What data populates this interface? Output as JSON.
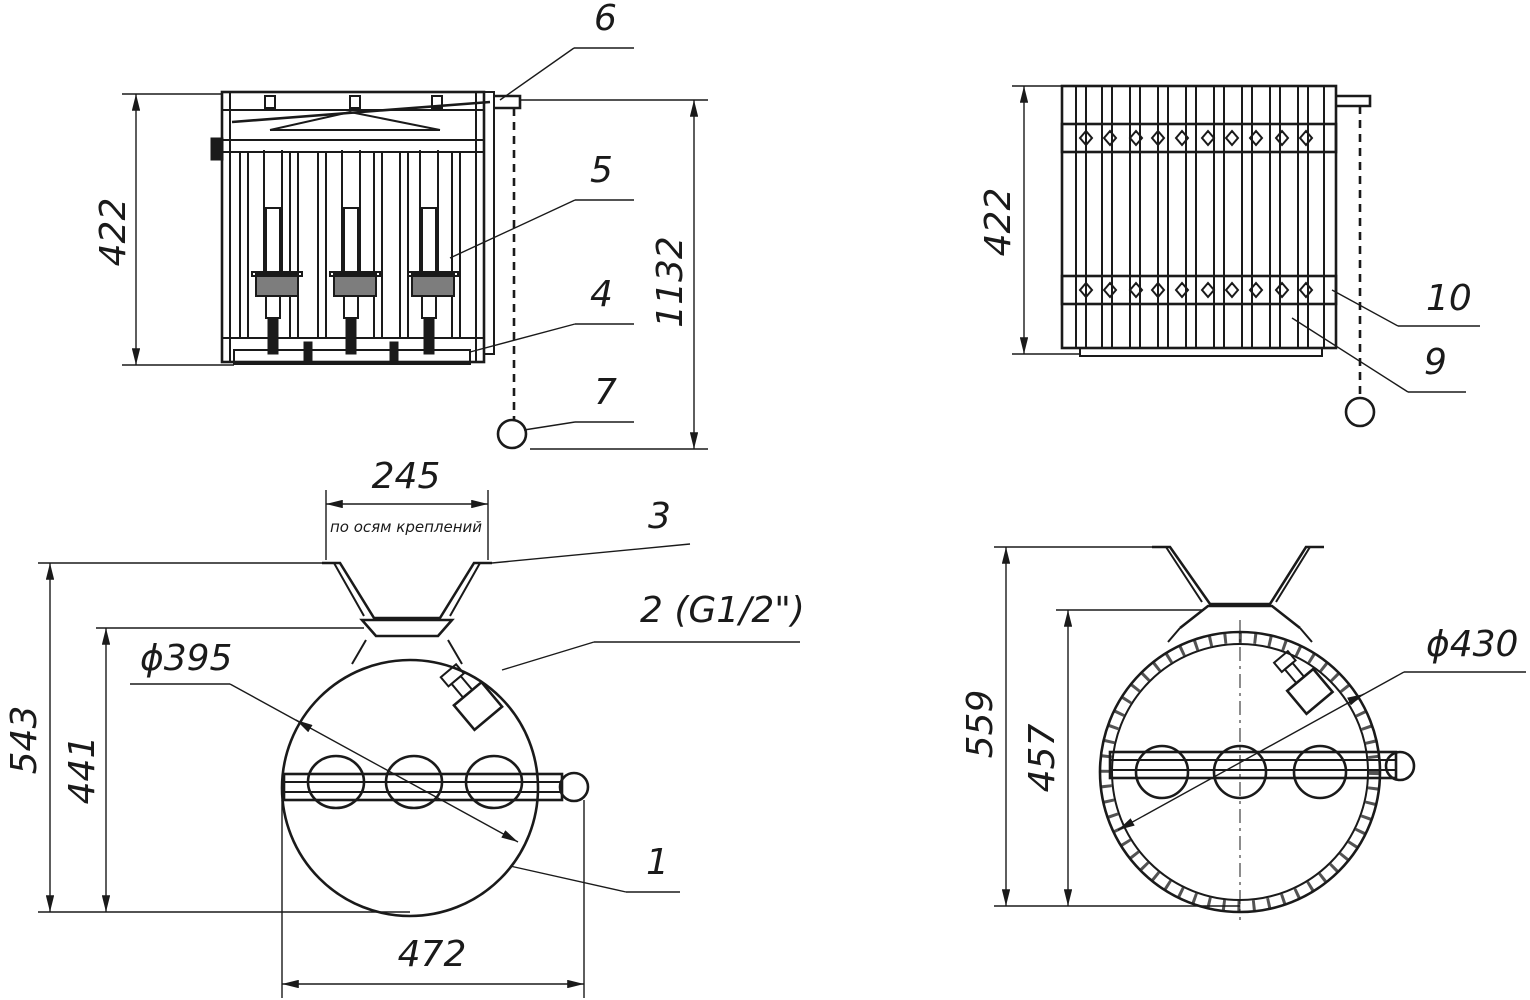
{
  "dimensions": {
    "front_height": "422",
    "total_height": "1132",
    "side_height": "422",
    "mount_width": "245",
    "mount_note": "по осям креплений",
    "plan_outer_height": "543",
    "plan_inner_height": "441",
    "plan_diameter": "ϕ395",
    "plan_width": "472",
    "plan2_outer_height": "559",
    "plan2_inner_height": "457",
    "plan2_diameter": "ϕ430"
  },
  "callouts": {
    "c1": "1",
    "c2": "2 (G1/2\")",
    "c3": "3",
    "c4": "4",
    "c5": "5",
    "c6": "6",
    "c7": "7",
    "c9": "9",
    "c10": "10"
  }
}
